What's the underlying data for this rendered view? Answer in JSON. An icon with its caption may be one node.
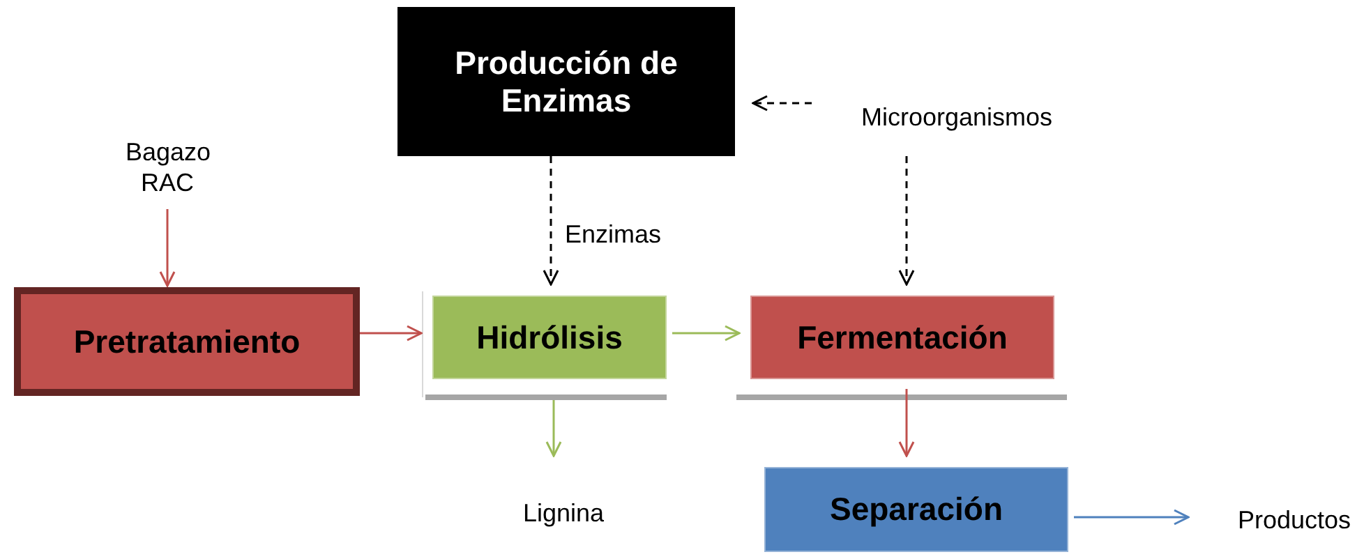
{
  "diagram": {
    "nodes": [
      {
        "text": [
          "Producción de Enzimas"
        ]
      },
      {
        "text": [
          "Microorganismos"
        ]
      },
      {
        "text": [
          "Bagazo RAC"
        ]
      },
      {
        "text": [
          "Pretratamiento"
        ]
      },
      {
        "text": [
          "Hidrólisis"
        ]
      },
      {
        "text": [
          "Fermentación"
        ]
      },
      {
        "text": [
          "Lignina"
        ]
      },
      {
        "text": [
          "Separación"
        ]
      },
      {
        "text": [
          "Productos"
        ]
      }
    ],
    "edges": [
      {
        "from": 1,
        "to": 0,
        "arrow": "to",
        "style": "dashed",
        "color": "#000000"
      },
      {
        "from": 0,
        "to": 4,
        "arrow": "to",
        "style": "dashed",
        "color": "#000000",
        "label": "Enzimas"
      },
      {
        "from": 1,
        "to": 5,
        "arrow": "to",
        "style": "dashed",
        "color": "#000000"
      },
      {
        "from": 2,
        "to": 3,
        "arrow": "to",
        "color": "#c0504d"
      },
      {
        "from": 3,
        "to": 4,
        "arrow": "to",
        "color": "#c0504d"
      },
      {
        "from": 4,
        "to": 5,
        "arrow": "to",
        "color": "#9bbb59"
      },
      {
        "from": 4,
        "to": 6,
        "arrow": "to",
        "color": "#9bbb59"
      },
      {
        "from": 5,
        "to": 7,
        "arrow": "to",
        "color": "#c0504d"
      },
      {
        "from": 7,
        "to": 8,
        "arrow": "to",
        "color": "#4f81bd"
      }
    ]
  }
}
